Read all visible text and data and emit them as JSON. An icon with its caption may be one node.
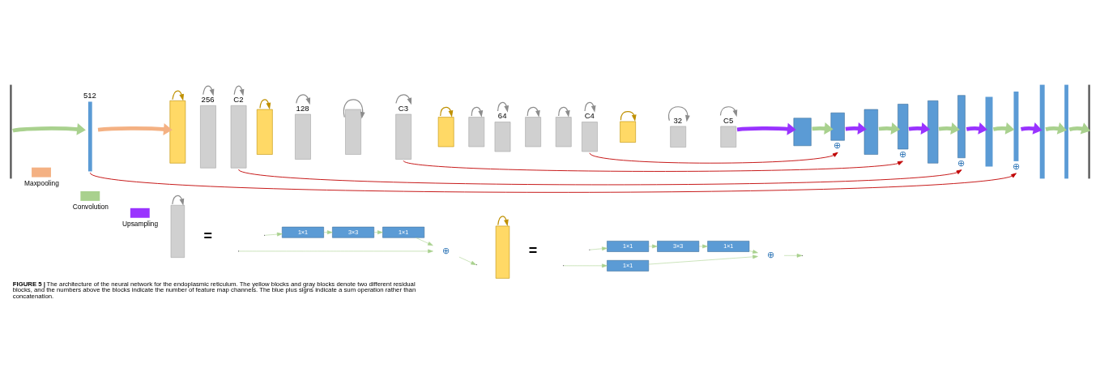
{
  "diagram": {
    "caption": "**FIGURE 5 |** The architecture of the neural network for the endoplasmic reticulum. The yellow blocks and gray blocks denote two different residual blocks, and the numbers above the blocks indicate the number of feature map channels. The blue plus signs indicate a sum operation rather than concatenation.",
    "nodes": [
      {
        "text": [],
        "shape": "bar"
      },
      {
        "text": [],
        "shape": "bar",
        "beside": [
          "512"
        ]
      },
      {
        "text": [],
        "shape": "box"
      },
      {
        "text": [],
        "shape": "box",
        "beside": [
          "256"
        ]
      },
      {
        "text": [],
        "shape": "box",
        "beside": [
          "C2"
        ]
      },
      {
        "text": [],
        "shape": "box"
      },
      {
        "text": [],
        "shape": "box",
        "beside": [
          "128"
        ]
      },
      {
        "text": [],
        "shape": "box"
      },
      {
        "text": [],
        "shape": "box",
        "beside": [
          "C3"
        ]
      },
      {
        "text": [],
        "shape": "box"
      },
      {
        "text": [],
        "shape": "box"
      },
      {
        "text": [],
        "shape": "box",
        "beside": [
          "64"
        ]
      },
      {
        "text": [],
        "shape": "box"
      },
      {
        "text": [],
        "shape": "box"
      },
      {
        "text": [],
        "shape": "box",
        "beside": [
          "C4"
        ]
      },
      {
        "text": [],
        "shape": "box"
      },
      {
        "text": [],
        "shape": "box",
        "beside": [
          "32"
        ]
      },
      {
        "text": [],
        "shape": "box",
        "beside": [
          "C5"
        ]
      },
      {
        "text": [],
        "shape": "box"
      },
      {
        "text": [],
        "shape": "box",
        "beside": [
          "⊕"
        ]
      },
      {
        "text": [],
        "shape": "box"
      },
      {
        "text": [],
        "shape": "box",
        "beside": [
          "⊕"
        ]
      },
      {
        "text": [],
        "shape": "box"
      },
      {
        "text": [],
        "shape": "box",
        "beside": [
          "⊕"
        ]
      },
      {
        "text": [],
        "shape": "bar"
      },
      {
        "text": [],
        "shape": "bar",
        "beside": [
          "⊕"
        ]
      },
      {
        "text": [],
        "shape": "bar"
      },
      {
        "text": [],
        "shape": "bar"
      },
      {
        "text": [],
        "shape": "bar"
      },
      {
        "text": [],
        "shape": "box"
      },
      {
        "text": [
          "1×1"
        ]
      },
      {
        "text": [
          "3×3"
        ]
      },
      {
        "text": [
          "1×1"
        ]
      },
      {
        "text": [
          "⊕"
        ]
      },
      {
        "text": [],
        "shape": "box"
      },
      {
        "text": [
          "1×1"
        ]
      },
      {
        "text": [
          "3×3"
        ]
      },
      {
        "text": [
          "1×1"
        ]
      },
      {
        "text": [
          "1×1"
        ]
      },
      {
        "text": [
          "⊕"
        ]
      }
    ],
    "edges": [
      {
        "from": 0,
        "to": 1,
        "arrow": "to",
        "style": "thick",
        "color": "#a9d18e"
      },
      {
        "from": 1,
        "to": 2,
        "arrow": "to",
        "style": "thick",
        "color": "#f4b183"
      },
      {
        "from": 2,
        "to": 2,
        "arrow": "to",
        "color": "#bf9000"
      },
      {
        "from": 3,
        "to": 3,
        "arrow": "to",
        "color": "#8c8c8c"
      },
      {
        "from": 4,
        "to": 4,
        "arrow": "to",
        "color": "#8c8c8c"
      },
      {
        "from": 5,
        "to": 5,
        "arrow": "to",
        "color": "#bf9000"
      },
      {
        "from": 6,
        "to": 6,
        "arrow": "to",
        "color": "#8c8c8c"
      },
      {
        "from": 7,
        "to": 7,
        "arrow": "to",
        "color": "#8c8c8c"
      },
      {
        "from": 8,
        "to": 8,
        "arrow": "to",
        "color": "#8c8c8c"
      },
      {
        "from": 9,
        "to": 9,
        "arrow": "to",
        "color": "#bf9000"
      },
      {
        "from": 10,
        "to": 10,
        "arrow": "to",
        "color": "#8c8c8c"
      },
      {
        "from": 11,
        "to": 11,
        "arrow": "to",
        "color": "#8c8c8c"
      },
      {
        "from": 12,
        "to": 12,
        "arrow": "to",
        "color": "#8c8c8c"
      },
      {
        "from": 13,
        "to": 13,
        "arrow": "to",
        "color": "#8c8c8c"
      },
      {
        "from": 14,
        "to": 14,
        "arrow": "to",
        "color": "#8c8c8c"
      },
      {
        "from": 15,
        "to": 15,
        "arrow": "to",
        "color": "#bf9000"
      },
      {
        "from": 16,
        "to": 16,
        "arrow": "to",
        "color": "#8c8c8c"
      },
      {
        "from": 17,
        "to": 17,
        "arrow": "to",
        "color": "#8c8c8c"
      },
      {
        "from": 17,
        "to": 18,
        "arrow": "to",
        "style": "thick",
        "color": "#9933ff"
      },
      {
        "from": 18,
        "to": 19,
        "arrow": "to",
        "style": "thick",
        "color": "#a9d18e"
      },
      {
        "from": 19,
        "to": 20,
        "arrow": "to",
        "style": "thick",
        "color": "#9933ff"
      },
      {
        "from": 20,
        "to": 21,
        "arrow": "to",
        "style": "thick",
        "color": "#a9d18e"
      },
      {
        "from": 21,
        "to": 22,
        "arrow": "to",
        "style": "thick",
        "color": "#9933ff"
      },
      {
        "from": 22,
        "to": 23,
        "arrow": "to",
        "style": "thick",
        "color": "#a9d18e"
      },
      {
        "from": 23,
        "to": 24,
        "arrow": "to",
        "style": "thick",
        "color": "#9933ff"
      },
      {
        "from": 24,
        "to": 25,
        "arrow": "to",
        "style": "thick",
        "color": "#a9d18e"
      },
      {
        "from": 25,
        "to": 26,
        "arrow": "to",
        "style": "thick",
        "color": "#9933ff"
      },
      {
        "from": 26,
        "to": 27,
        "arrow": "to",
        "style": "thick",
        "color": "#a9d18e"
      },
      {
        "from": 27,
        "to": 28,
        "arrow": "to",
        "style": "thick",
        "color": "#a9d18e"
      },
      {
        "from": 14,
        "to": 19,
        "arrow": "to",
        "color": "#c00000"
      },
      {
        "from": 8,
        "to": 21,
        "arrow": "to",
        "color": "#c00000"
      },
      {
        "from": 4,
        "to": 23,
        "arrow": "to",
        "color": "#c00000"
      },
      {
        "from": 1,
        "to": 25,
        "arrow": "to",
        "color": "#c00000"
      },
      {
        "from": 29,
        "to": 29,
        "arrow": "to",
        "color": "#8c8c8c"
      },
      {
        "from": null,
        "to": 30,
        "arrow": "to",
        "color": "#a9d18e"
      },
      {
        "from": 30,
        "to": 31,
        "arrow": "to",
        "color": "#a9d18e"
      },
      {
        "from": 31,
        "to": 32,
        "arrow": "to",
        "color": "#a9d18e"
      },
      {
        "from": 32,
        "to": 33,
        "arrow": "to",
        "color": "#a9d18e"
      },
      {
        "from": null,
        "to": 33,
        "arrow": "to",
        "color": "#a9d18e"
      },
      {
        "from": 33,
        "to": null,
        "arrow": "to",
        "color": "#a9d18e"
      },
      {
        "from": 34,
        "to": 34,
        "arrow": "to",
        "color": "#bf9000"
      },
      {
        "from": null,
        "to": 35,
        "arrow": "to",
        "color": "#a9d18e"
      },
      {
        "from": 35,
        "to": 36,
        "arrow": "to",
        "color": "#a9d18e"
      },
      {
        "from": 36,
        "to": 37,
        "arrow": "to",
        "color": "#a9d18e"
      },
      {
        "from": 37,
        "to": 39,
        "arrow": "to",
        "color": "#a9d18e"
      },
      {
        "from": null,
        "to": 38,
        "arrow": "to",
        "color": "#a9d18e"
      },
      {
        "from": 38,
        "to": 39,
        "arrow": "to",
        "color": "#a9d18e"
      },
      {
        "from": 39,
        "to": null,
        "arrow": "to",
        "color": "#a9d18e"
      }
    ],
    "labels": [
      "=",
      "="
    ],
    "legend": [
      {
        "text": "Maxpooling",
        "color": "#f4b183"
      },
      {
        "text": "Convolution",
        "color": "#a9d18e"
      },
      {
        "text": "Upsampling",
        "color": "#9933ff"
      }
    ]
  }
}
